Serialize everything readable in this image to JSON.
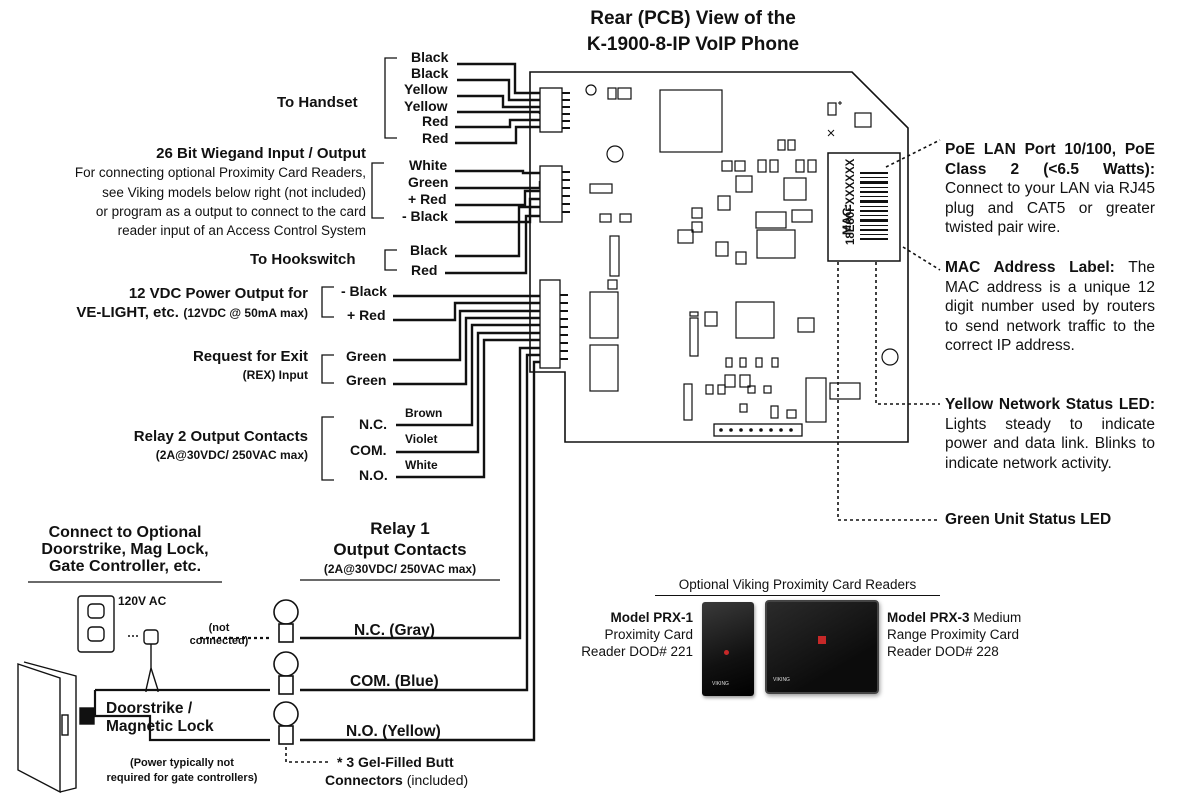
{
  "title": {
    "line1": "Rear (PCB) View of the",
    "line2": "K-1900-8-IP VoIP Phone"
  },
  "handset": {
    "label": "To Handset",
    "wires": [
      "Black",
      "Black",
      "Yellow",
      "Yellow",
      "Red",
      "Red"
    ]
  },
  "wiegand": {
    "heading": "26 Bit Wiegand Input / Output",
    "desc": [
      "For connecting optional Proximity Card Readers,",
      "see Viking models below right (not included)",
      "or program as a output to connect to the card",
      "reader input of an Access Control System"
    ],
    "wires": [
      "White",
      "Green",
      "+ Red",
      "- Black"
    ]
  },
  "hookswitch": {
    "label": "To Hookswitch",
    "wires": [
      "Black",
      "Red"
    ]
  },
  "power_out": {
    "line1": "12 VDC Power Output for",
    "line2": "VE-LIGHT, etc.",
    "line2_small": "(12VDC @ 50mA max)",
    "wires": [
      "- Black",
      "+ Red"
    ]
  },
  "rex": {
    "line1": "Request for Exit",
    "line2": "(REX) Input",
    "wires": [
      "Green",
      "Green"
    ]
  },
  "relay2": {
    "line1": "Relay  2 Output Contacts",
    "line2": "(2A@30VDC/ 250VAC max)",
    "terms": [
      "N.C.",
      "COM.",
      "N.O."
    ],
    "colors": [
      "Brown",
      "Violet",
      "White"
    ]
  },
  "relay1": {
    "line1": "Relay 1",
    "line2": "Output Contacts",
    "line3": "(2A@30VDC/ 250VAC max)",
    "terms": [
      "N.C. (Gray)",
      "COM. (Blue)",
      "N.O. (Yellow)"
    ]
  },
  "optional": {
    "line1": "Connect to Optional",
    "line2": "Doorstrike, Mag Lock,",
    "line3": "Gate Controller, etc."
  },
  "ac": {
    "label": "120V AC",
    "not_connected": [
      "(not",
      "connected)"
    ]
  },
  "doorstrike": {
    "line1": "Doorstrike /",
    "line2": "Magnetic Lock",
    "note1": "(Power typically not",
    "note2": "required for gate controllers)"
  },
  "butt": {
    "line1": "* 3 Gel-Filled Butt",
    "line2": "Connectors",
    "line2_tail": "(included)"
  },
  "mac_label": {
    "prefix": "MAC:",
    "value": "18E80FXXXXXX"
  },
  "poe": {
    "heading": "PoE LAN Port 10/100, PoE Class 2 (<6.5 Watts):",
    "body": "Connect to your LAN via RJ45 plug and CAT5 or greater twisted pair wire."
  },
  "mac": {
    "heading": "MAC Address Label:",
    "body": "The MAC address is a unique 12 digit number used by routers to send network traffic to the correct IP address."
  },
  "yellow_led": {
    "heading": "Yellow Network Status LED:",
    "body": "Lights steady to indicate power and data link. Blinks to indicate network activity."
  },
  "green_led": {
    "label": "Green Unit Status LED"
  },
  "readers": {
    "heading": "Optional Viking Proximity Card Readers",
    "prx1": {
      "model": "Model PRX-1",
      "l2": "Proximity Card",
      "l3": "Reader DOD# 221",
      "brand": "VIKING"
    },
    "prx3": {
      "model": "Model PRX-3",
      "model_tail": " Medium",
      "l2": "Range Proximity Card",
      "l3": "Reader DOD# 228",
      "brand": "VIKING"
    }
  },
  "colors": {
    "ink": "#111111",
    "board_line": "#222222",
    "reader_body": "#1b1b1b",
    "reader_led": "#c62828"
  }
}
